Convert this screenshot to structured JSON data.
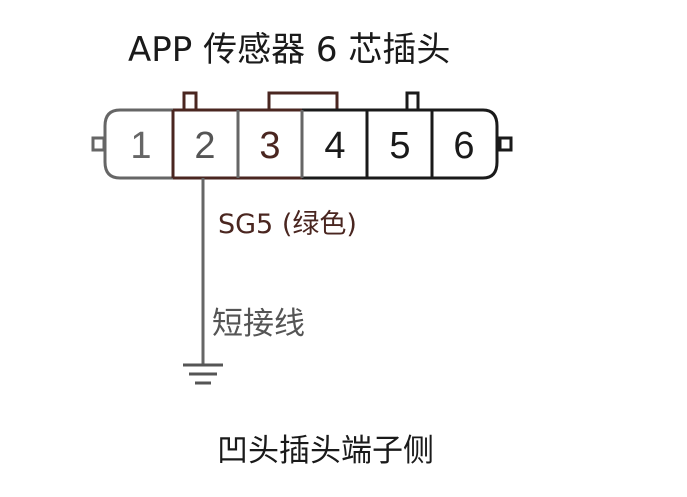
{
  "title": "APP 传感器 6 芯插头",
  "connector": {
    "pins": [
      "1",
      "2",
      "3",
      "4",
      "5",
      "6"
    ]
  },
  "wire_label": "SG5 (绿色)",
  "short_label": "短接线",
  "footer": "凹头插头端子侧",
  "colors": {
    "dark": "#1a1a1a",
    "brown": "#4a2620",
    "gray": "#666666"
  }
}
